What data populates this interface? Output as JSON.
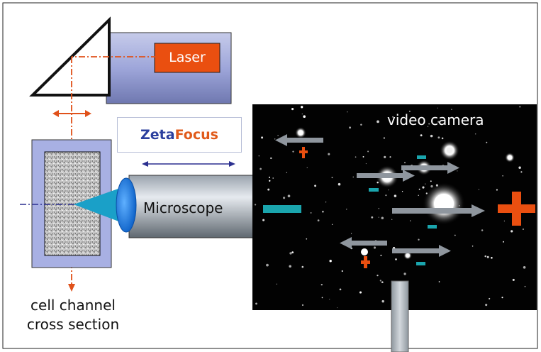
{
  "labels": {
    "laser": "Laser",
    "brand_part1": "Zeta",
    "brand_part2": "Focus",
    "video_camera": "video camera",
    "microscope": "Microscope",
    "cell_channel_line1": "cell channel",
    "cell_channel_line2": "cross section"
  },
  "colors": {
    "orange": "#e0511a",
    "navy": "#2b2f8f",
    "teal": "#1aa5ad",
    "device_blue": "#a8b0e3",
    "arrow_gray": "#8f969e"
  }
}
